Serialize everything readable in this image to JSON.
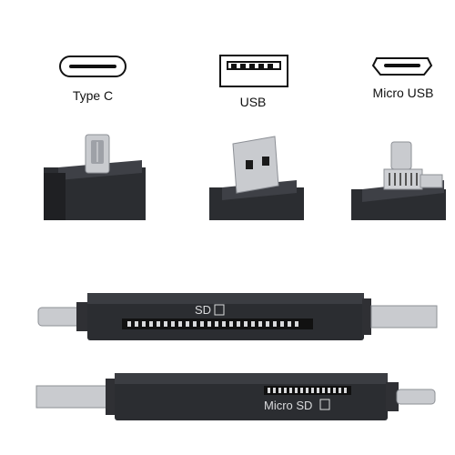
{
  "connectors": [
    {
      "label": "Type C"
    },
    {
      "label": "USB"
    },
    {
      "label": "Micro USB"
    }
  ],
  "readers": [
    {
      "slot_label": "SD"
    },
    {
      "slot_label": "Micro SD"
    }
  ],
  "colors": {
    "body": "#2b2d31",
    "metal": "#c9cbcf",
    "outline": "#111111"
  }
}
